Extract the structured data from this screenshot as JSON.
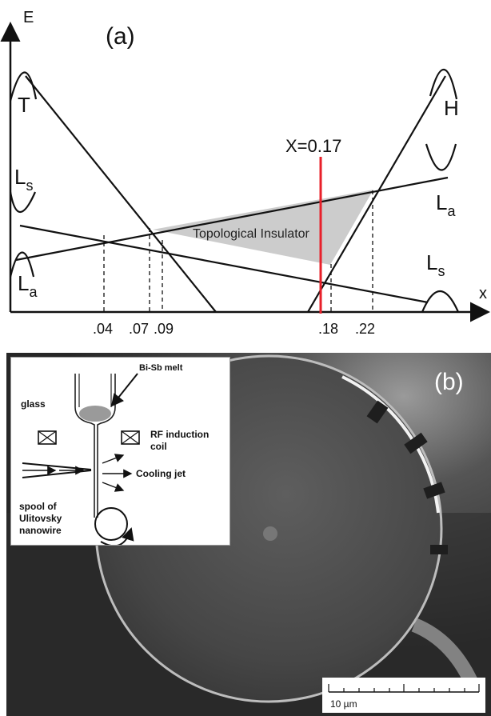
{
  "panel_a": {
    "label": "(a)",
    "y_axis_label": "E",
    "x_axis_label": "x",
    "band_labels": {
      "T": "T",
      "H": "H",
      "Ls_left": "L",
      "Ls_left_sub": "s",
      "La_left": "L",
      "La_left_sub": "a",
      "La_right": "L",
      "La_right_sub": "a",
      "Ls_right": "L",
      "Ls_right_sub": "s"
    },
    "marker_label": "X=0.17",
    "region_label": "Topological Insulator",
    "tick_labels": [
      ".04",
      ".07",
      ".09",
      ".18",
      ".22"
    ],
    "colors": {
      "marker": "#e8202a",
      "region_fill": "#cccccc",
      "lines": "#111111"
    }
  },
  "panel_b": {
    "label": "(b)",
    "inset": {
      "melt_label": "Bi-Sb melt",
      "glass_label": "glass",
      "coil_label_1": "RF induction",
      "coil_label_2": "coil",
      "jet_label": "Cooling jet",
      "spool_label_1": "spool of",
      "spool_label_2": "Ulitovsky",
      "spool_label_3": "nanowire"
    },
    "scale_bar_label": "10 µm"
  }
}
